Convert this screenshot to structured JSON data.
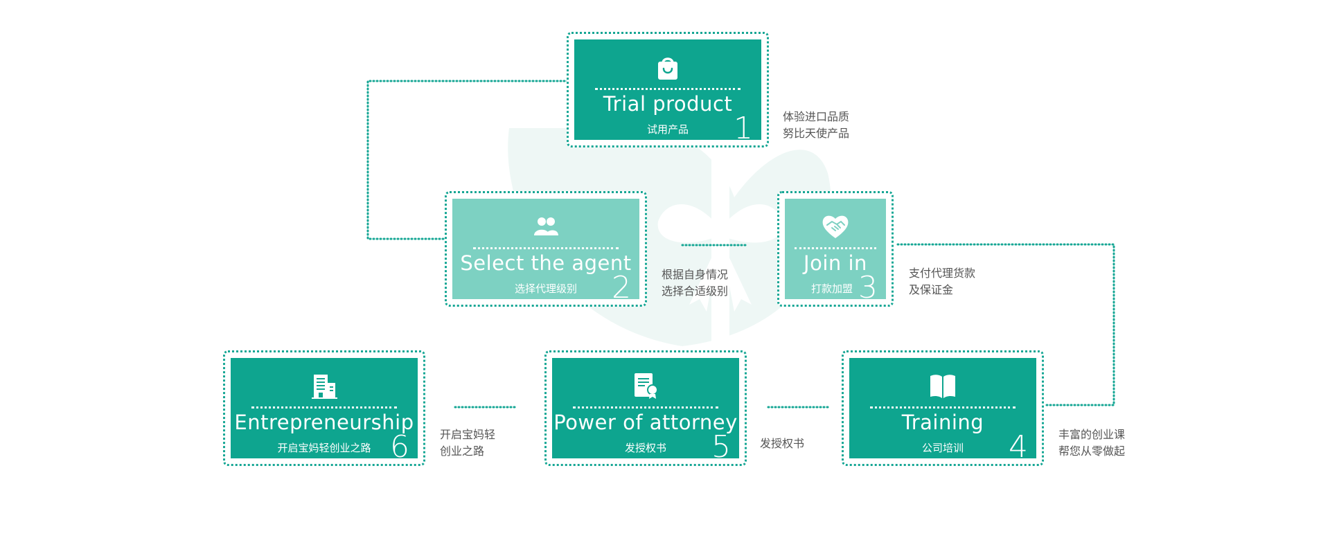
{
  "colors": {
    "primary": "#0ea58f",
    "light": "#7dd1c2",
    "connector": "#15a694",
    "note_text": "#555555",
    "watermark": "#e8f3f1"
  },
  "steps": [
    {
      "number": "1",
      "title": "Trial product",
      "subtitle": "试用产品",
      "icon": "shopping-bag-icon",
      "note": [
        "体验进口品质",
        "努比天使产品"
      ]
    },
    {
      "number": "2",
      "title": "Select the agent",
      "subtitle": "选择代理级别",
      "icon": "people-icon",
      "note": [
        "根据自身情况",
        "选择合适级别"
      ]
    },
    {
      "number": "3",
      "title": "Join in",
      "subtitle": "打款加盟",
      "icon": "heart-handshake-icon",
      "note": [
        "支付代理货款",
        "及保证金"
      ]
    },
    {
      "number": "4",
      "title": "Training",
      "subtitle": "公司培训",
      "icon": "book-icon",
      "note": [
        "丰富的创业课",
        "帮您从零做起"
      ]
    },
    {
      "number": "5",
      "title": "Power of attorney",
      "subtitle": "发授权书",
      "icon": "certificate-icon",
      "note": [
        "发授权书"
      ]
    },
    {
      "number": "6",
      "title": "Entrepreneurship",
      "subtitle": "开启宝妈轻创业之路",
      "icon": "building-icon",
      "note": [
        "开启宝妈轻",
        "创业之路"
      ]
    }
  ]
}
